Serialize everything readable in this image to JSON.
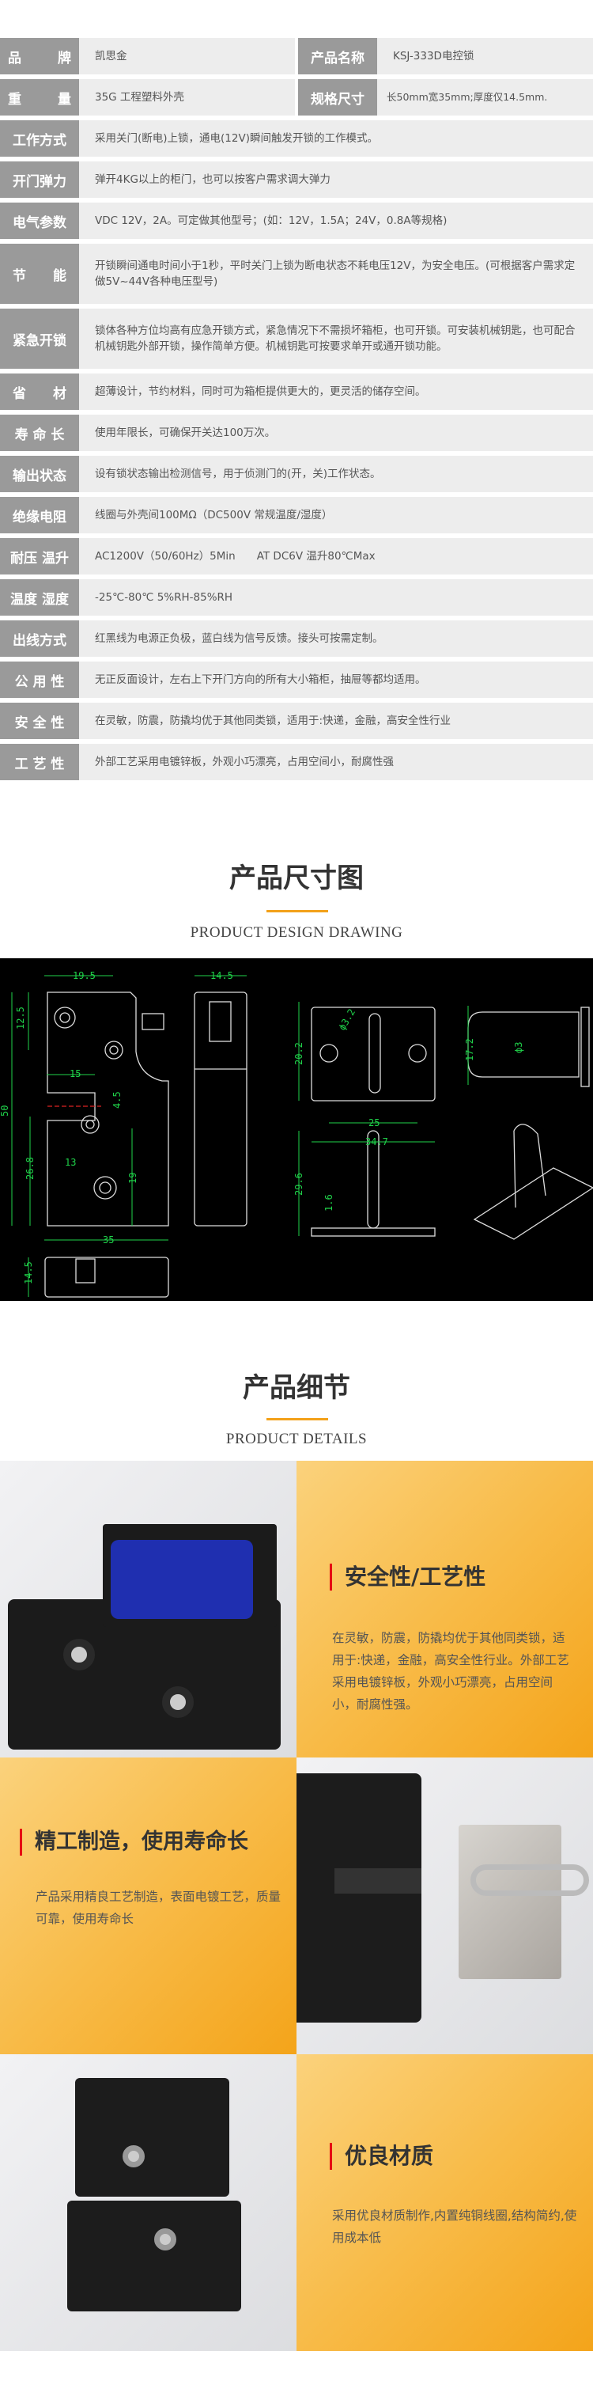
{
  "spec": {
    "row1": {
      "l1": "品",
      "l2": "牌",
      "value": "凯思金",
      "label_b": "产品名称",
      "value_b": "KSJ-333D电控锁"
    },
    "row2": {
      "l1": "重",
      "l2": "量",
      "value": "35G   工程塑料外壳",
      "label_b": "规格尺寸",
      "value_b": "长50mm宽35mm;厚度仅14.5mm."
    },
    "rows": [
      {
        "label": "工作方式",
        "value": "采用关门(断电)上锁，通电(12V)瞬间触发开锁的工作模式。"
      },
      {
        "label": "开门弹力",
        "value": "弹开4KG以上的柜门，也可以按客户需求调大弹力"
      },
      {
        "label": "电气参数",
        "value": "VDC 12V，2A。可定做其他型号；(如：12V，1.5A；24V，0.8A等规格)"
      },
      {
        "label": "节　　能",
        "value": "开锁瞬间通电时间小于1秒，平时关门上锁为断电状态不耗电压12V，为安全电压。(可根据客户需求定做5V~44V各种电压型号)"
      },
      {
        "label": "紧急开锁",
        "value": "锁体各种方位均高有应急开锁方式，紧急情况下不需损坏箱柜，也可开锁。可安装机械钥匙，也可配合机械钥匙外部开锁，操作简单方便。机械钥匙可按要求单开或通开锁功能。"
      },
      {
        "label": "省　　材",
        "value": "超薄设计，节约材料，同时可为箱柜提供更大的，更灵活的储存空间。"
      },
      {
        "label": "寿 命 长",
        "value": "使用年限长，可确保开关达100万次。"
      },
      {
        "label": "输出状态",
        "value": "设有锁状态输出检测信号，用于侦测门的(开，关)工作状态。"
      },
      {
        "label": "绝缘电阻",
        "value": "线圈与外壳间100MΩ（DC500V 常规温度/湿度）"
      },
      {
        "label": "耐压 温升",
        "value": "AC1200V（50/60Hz）5Min　　AT DC6V  温升80℃Max"
      },
      {
        "label": "温度 湿度",
        "value": "-25℃-80℃  5%RH-85%RH"
      },
      {
        "label": "出线方式",
        "value": "红黑线为电源正负极，蓝白线为信号反馈。接头可按需定制。"
      },
      {
        "label": "公 用 性",
        "value": "无正反面设计，左右上下开门方向的所有大小箱柜，抽屉等都均适用。"
      },
      {
        "label": "安 全 性",
        "value": "在灵敏，防震，防撬均优于其他同类锁，适用于:快递，金融，高安全性行业"
      },
      {
        "label": "工 艺 性",
        "value": "外部工艺采用电镀锌板，外观小巧漂亮，占用空间小，耐腐性强"
      }
    ]
  },
  "drawing_section": {
    "title": "产品尺寸图",
    "subtitle": "PRODUCT DESIGN DRAWING",
    "dims": {
      "d195": "19.5",
      "d145a": "14.5",
      "d125": "12.5",
      "d50": "50",
      "d15": "15",
      "d45": "4.5",
      "d268": "26.8",
      "d13": "13",
      "d19": "19",
      "d35": "35",
      "d145b": "14.5",
      "d202": "20.2",
      "d32": "ϕ3.2",
      "d25": "25",
      "d347": "34.7",
      "d172": "17.2",
      "d3": "ϕ3",
      "d296": "29.6",
      "d16": "1.6"
    }
  },
  "details_section": {
    "title": "产品细节",
    "subtitle": "PRODUCT DETAILS"
  },
  "features": [
    {
      "title": "安全性/工艺性",
      "text": "在灵敏，防震，防撬均优于其他同类锁，适用于:快递，金融，高安全性行业。外部工艺采用电镀锌板，外观小巧漂亮，占用空间小，耐腐性强。"
    },
    {
      "title": "精工制造，使用寿命长",
      "text": "产品采用精良工艺制造，表面电镀工艺，质量可靠，使用寿命长"
    },
    {
      "title": "优良材质",
      "text": "采用优良材质制作,内置纯铜线圈,结构简约,使用成本低"
    }
  ],
  "colors": {
    "accent": "#f3a11a",
    "red": "#e60012",
    "label_bg": "#9a9a9a",
    "value_bg": "#ededed"
  }
}
